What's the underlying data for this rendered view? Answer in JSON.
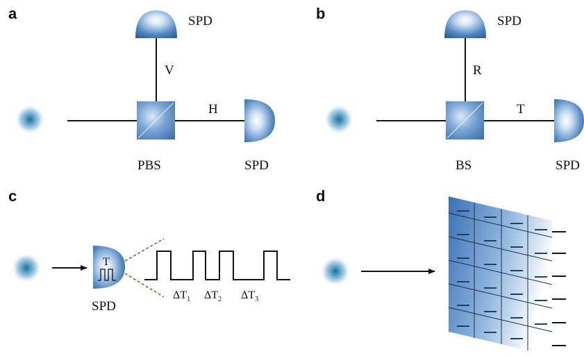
{
  "panels": {
    "a": {
      "label": "a",
      "detector_top": "SPD",
      "detector_right": "SPD",
      "splitter": "PBS",
      "path_vertical": "V",
      "path_horizontal": "H"
    },
    "b": {
      "label": "b",
      "detector_top": "SPD",
      "detector_right": "SPD",
      "splitter": "BS",
      "path_vertical": "R",
      "path_horizontal": "T"
    },
    "c": {
      "label": "c",
      "detector": "SPD",
      "detector_inner": "T",
      "intervals": [
        {
          "symbol": "ΔT",
          "index": "1"
        },
        {
          "symbol": "ΔT",
          "index": "2"
        },
        {
          "symbol": "ΔT",
          "index": "3"
        }
      ]
    },
    "d": {
      "label": "d"
    }
  },
  "colors": {
    "detector": "#3f72b4",
    "detector_highlight": "#e8f2fb",
    "source_center": "#2e7fa8",
    "line": "#111111"
  }
}
